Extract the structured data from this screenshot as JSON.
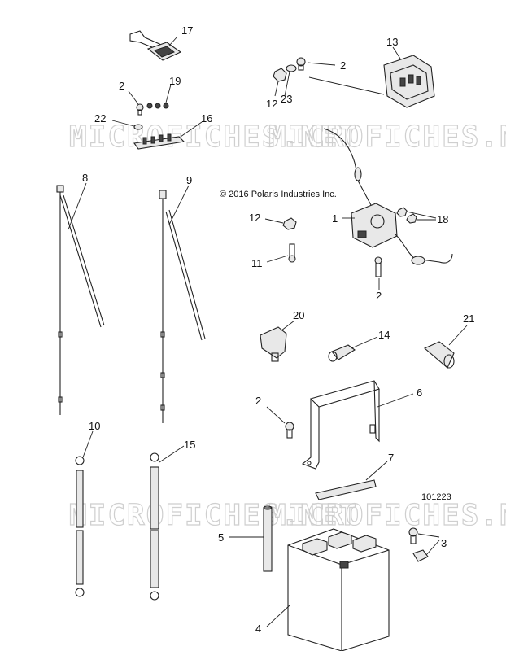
{
  "watermark": "MICROFICHES.NET",
  "copyright": "© 2016 Polaris Industries Inc.",
  "figure_id": "101223",
  "callouts": {
    "c17": "17",
    "c13": "13",
    "c2a": "2",
    "c19": "19",
    "c2b": "2",
    "c12a": "12",
    "c23": "23",
    "c22": "22",
    "c16": "16",
    "c8": "8",
    "c9": "9",
    "c12b": "12",
    "c1": "1",
    "c18": "18",
    "c11": "11",
    "c2c": "2",
    "c20": "20",
    "c14": "14",
    "c21": "21",
    "c2d": "2",
    "c6": "6",
    "c10": "10",
    "c15": "15",
    "c7": "7",
    "c5": "5",
    "c3": "3",
    "c4": "4"
  }
}
